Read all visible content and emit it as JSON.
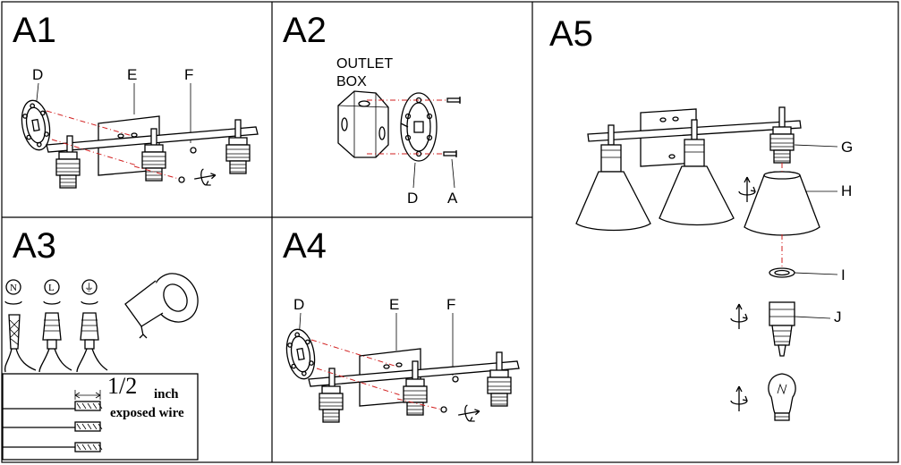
{
  "panels": {
    "a1": {
      "title": "A1",
      "labels": {
        "d": "D",
        "e": "E",
        "f": "F"
      }
    },
    "a2": {
      "title": "A2",
      "box_line1": "OUTLET",
      "box_line2": "BOX",
      "labels": {
        "d": "D",
        "a": "A"
      }
    },
    "a3": {
      "title": "A3",
      "symbols": {
        "neutral": "N",
        "live": "L",
        "ground": "⏚"
      },
      "fraction": "1/2",
      "unit": "inch",
      "caption": "exposed wire"
    },
    "a4": {
      "title": "A4",
      "labels": {
        "d": "D",
        "e": "E",
        "f": "F"
      }
    },
    "a5": {
      "title": "A5",
      "labels": {
        "g": "G",
        "h": "H",
        "i": "I",
        "j": "J"
      }
    }
  },
  "colors": {
    "outline": "#000000",
    "guide_line": "#d21f1f",
    "background": "#ffffff"
  }
}
